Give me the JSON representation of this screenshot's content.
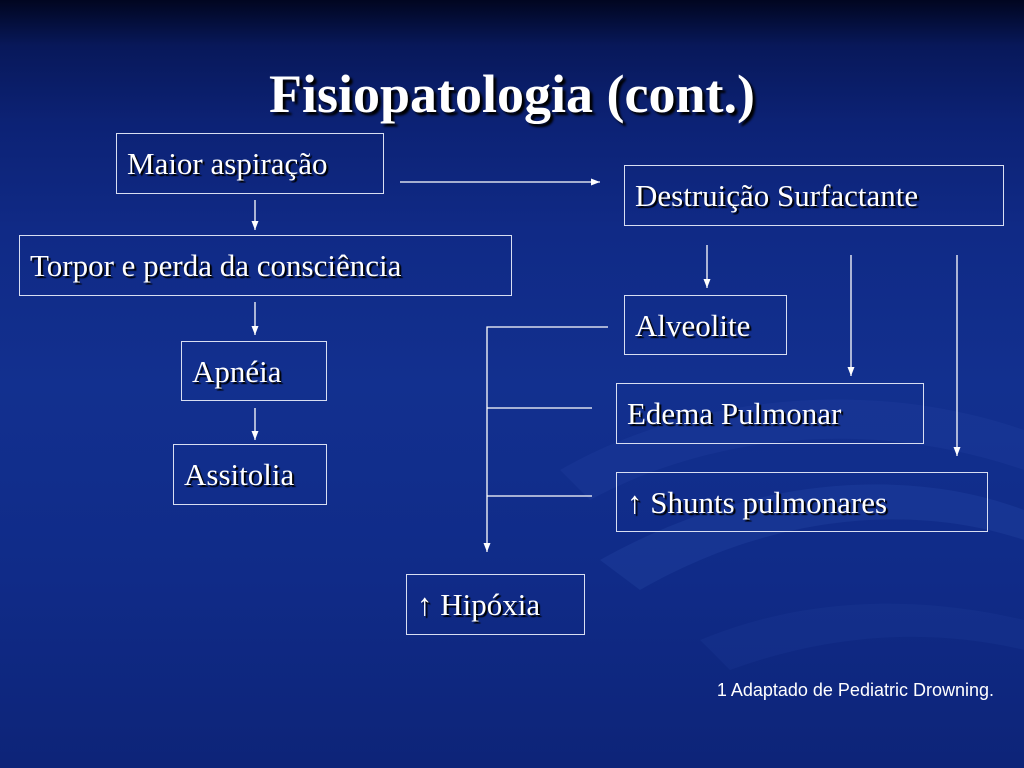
{
  "slide": {
    "title": "Fisiopatologia (cont.)",
    "background_colors": [
      "#010620",
      "#102a86",
      "#0d2478"
    ],
    "text_color": "#ffffff",
    "line_color": "#ffffff"
  },
  "nodes": {
    "maior_aspiracao": "Maior aspiração",
    "torpor": "Torpor e perda da consciência",
    "apneia": "Apnéia",
    "assitolia": "Assitolia",
    "destruicao_surfactante": "Destruição Surfactante",
    "alveolite": "Alveolite",
    "edema_pulmonar": "Edema Pulmonar",
    "shunts_pulmonares": "↑ Shunts pulmonares",
    "hipoxia": "↑ Hipóxia"
  },
  "footnote": "1 Adaptado de Pediatric Drowning."
}
